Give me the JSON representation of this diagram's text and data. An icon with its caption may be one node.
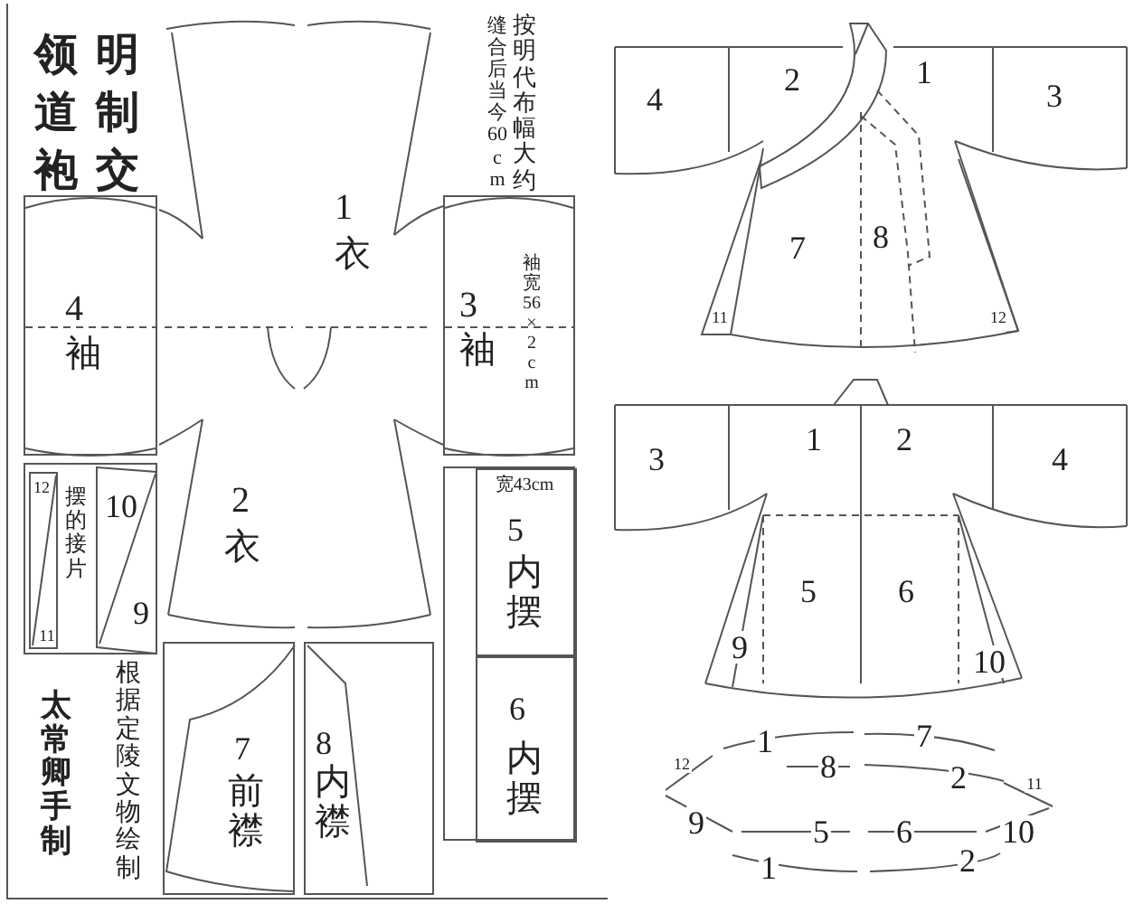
{
  "diagram": {
    "title": "明制交领道袍",
    "nodes": [
      {
        "text": [
          "2",
          "衣"
        ]
      },
      {
        "text": [
          "1",
          "衣"
        ]
      },
      {
        "text": [
          "4",
          "袖"
        ]
      },
      {
        "text": [
          "3",
          "袖",
          "袖宽 56×2 cm"
        ]
      },
      {
        "text": [
          "摆的接片"
        ]
      },
      {
        "text": [
          "12",
          "11"
        ],
        "in": 4
      },
      {
        "text": [
          "10",
          "9"
        ],
        "in": 4
      },
      {
        "text": [
          "7",
          "前襟"
        ]
      },
      {
        "text": [
          "8",
          "内襟"
        ]
      },
      {
        "text": [],
        "shape": "box"
      },
      {
        "text": [
          "宽43cm",
          "5",
          "内摆"
        ],
        "in": 9
      },
      {
        "text": [
          "6",
          "内摆"
        ],
        "in": 9
      }
    ],
    "labels": [
      "缝合后当今60cm",
      "按明代布幅大约",
      "太常卿手制",
      "根据定陵文物绘制",
      "4",
      "2",
      "1",
      "3",
      "7",
      "8",
      "11",
      "12",
      "3",
      "1",
      "2",
      "4",
      "5",
      "6",
      "9",
      "10",
      "12",
      "1",
      "7",
      "8",
      "2",
      "11",
      "9",
      "5",
      "6",
      "10",
      "1",
      "2"
    ]
  }
}
